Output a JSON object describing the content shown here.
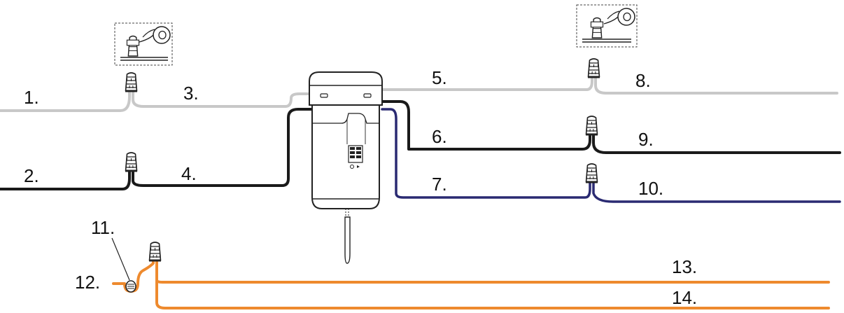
{
  "colors": {
    "gray_wire": "#c8c8c8",
    "black_wire": "#1a1a1a",
    "blue_wire": "#2a2a72",
    "orange_wire": "#ee8a2e",
    "outline": "#222222",
    "dashed_box": "#444444"
  },
  "icons": [
    "wire-nut-icon",
    "electrical-tape-icon",
    "ground-screw-icon",
    "timer-switch-icon"
  ],
  "labels": {
    "l1": "1.",
    "l2": "2.",
    "l3": "3.",
    "l4": "4.",
    "l5": "5.",
    "l6": "6.",
    "l7": "7.",
    "l8": "8.",
    "l9": "9.",
    "l10": "10.",
    "l11": "11.",
    "l12": "12.",
    "l13": "13.",
    "l14": "14."
  }
}
